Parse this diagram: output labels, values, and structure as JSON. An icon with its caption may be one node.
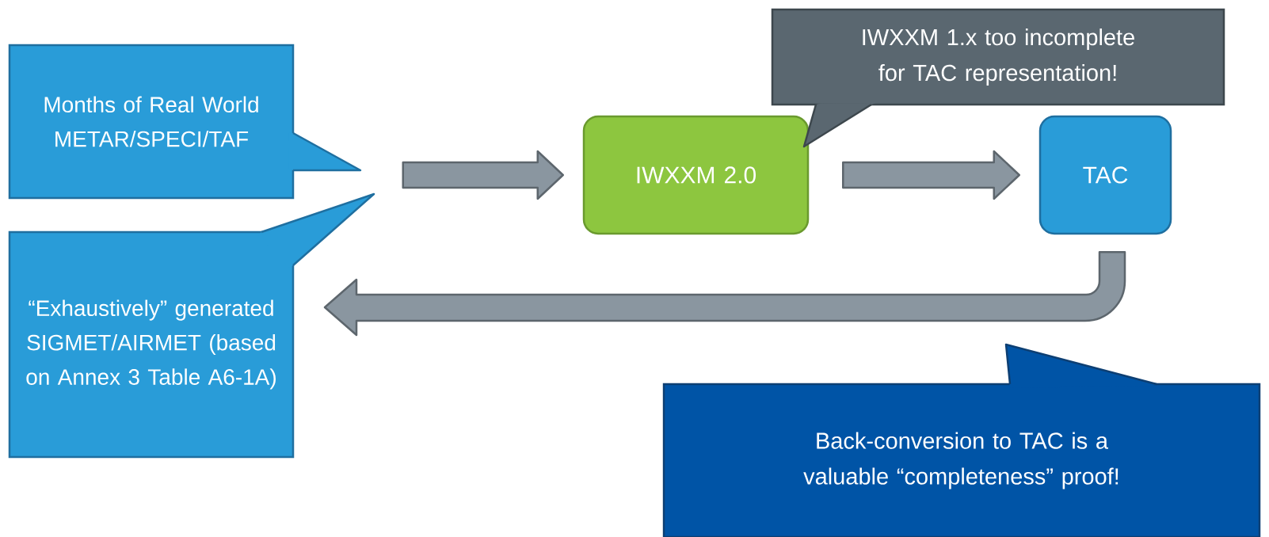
{
  "diagram": {
    "nodes": [
      {
        "text": [
          "Months of Real World METAR/SPECI/TAF"
        ]
      },
      {
        "text": [
          "“Exhaustively” generated SIGMET/AIRMET (based on Annex 3 Table A6-1A)"
        ]
      },
      {
        "text": [
          "IWXXM 2.0"
        ]
      },
      {
        "text": [
          "TAC"
        ]
      },
      {
        "text": [
          "IWXXM 1.x too incomplete for TAC representation!"
        ]
      },
      {
        "text": [
          "Back-conversion to TAC is a valuable “completeness” proof!"
        ]
      }
    ],
    "edges": [
      {
        "from": null,
        "to": 2,
        "arrow": "to"
      },
      {
        "from": 2,
        "to": 3,
        "arrow": "to"
      },
      {
        "from": 3,
        "to": null,
        "arrow": "to"
      }
    ]
  }
}
